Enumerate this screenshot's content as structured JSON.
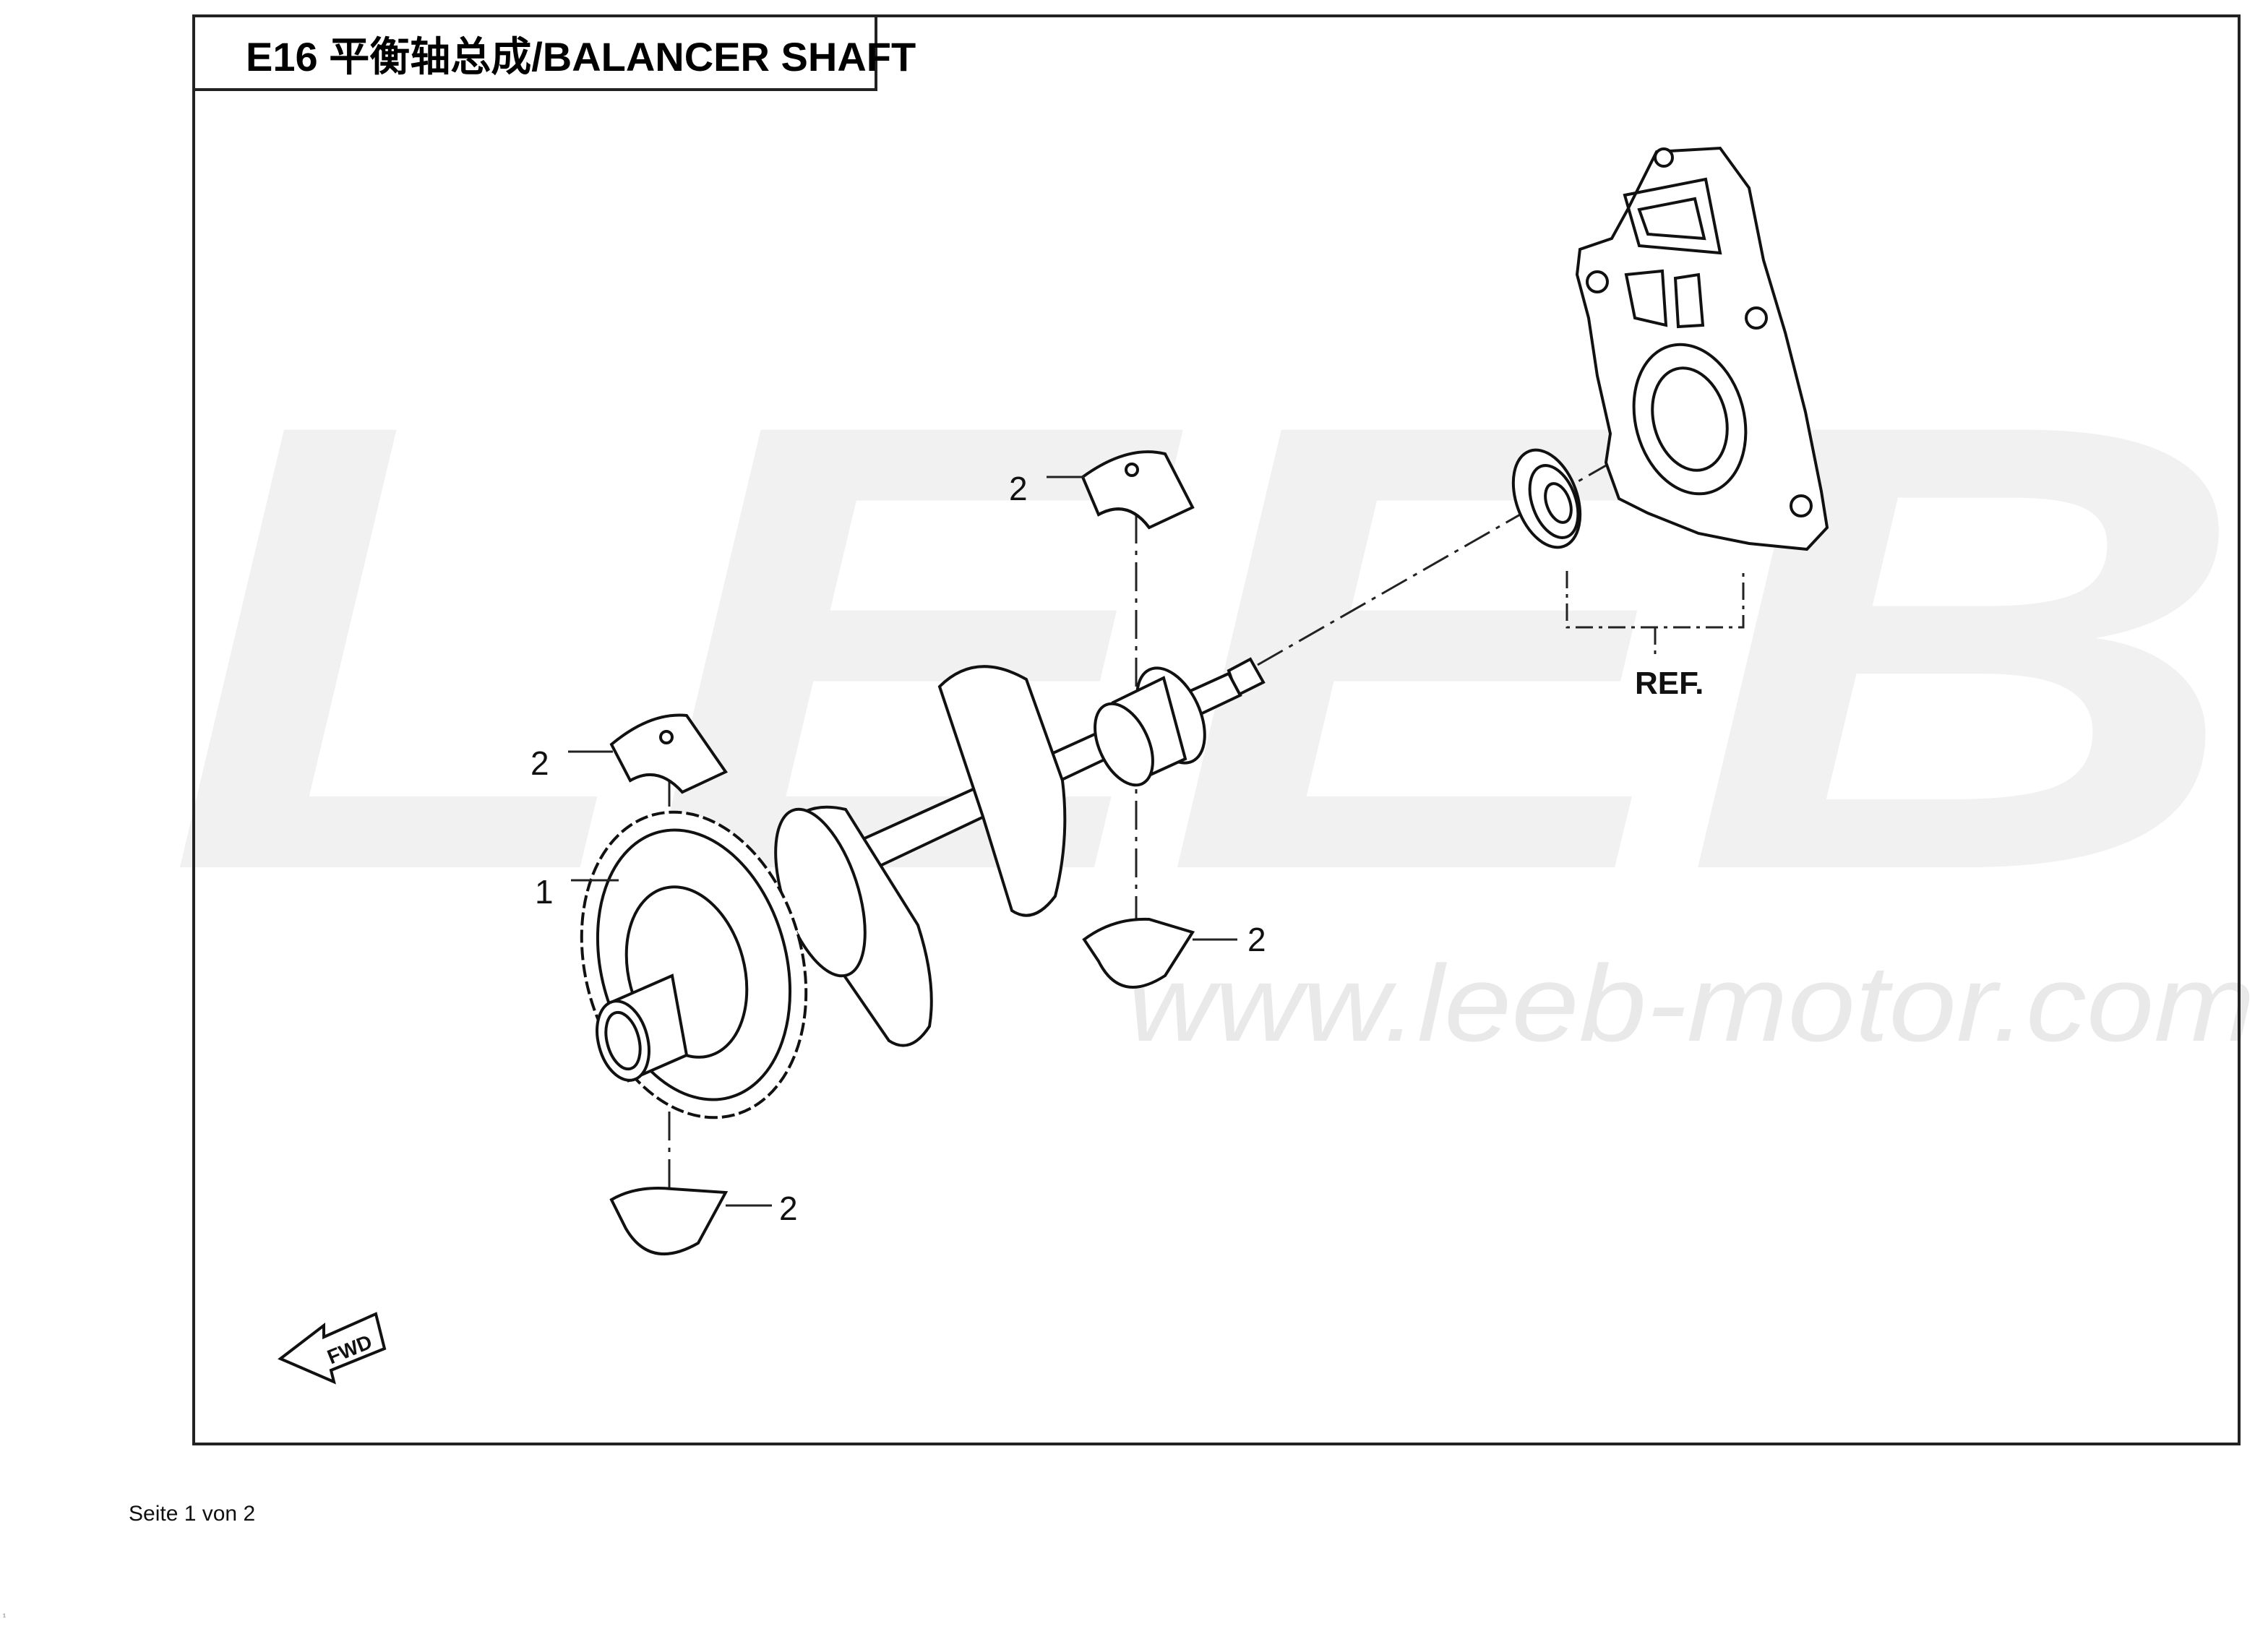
{
  "title": "E16 平衡轴总成/BALANCER SHAFT",
  "watermark": {
    "logo": "LEEB",
    "url": "www.leeb-motor.com"
  },
  "reference_label": "REF.",
  "direction_label": "FWD",
  "callouts": [
    {
      "id": "callout-2-top",
      "label": "2"
    },
    {
      "id": "callout-2-left",
      "label": "2"
    },
    {
      "id": "callout-1",
      "label": "1"
    },
    {
      "id": "callout-2-right",
      "label": "2"
    },
    {
      "id": "callout-2-bottom",
      "label": "2"
    }
  ],
  "footer": {
    "page": "Seite 1 von 2",
    "corner": "¹"
  },
  "colors": {
    "line": "#111111",
    "watermark": "#f1f1f1",
    "background": "#ffffff"
  }
}
